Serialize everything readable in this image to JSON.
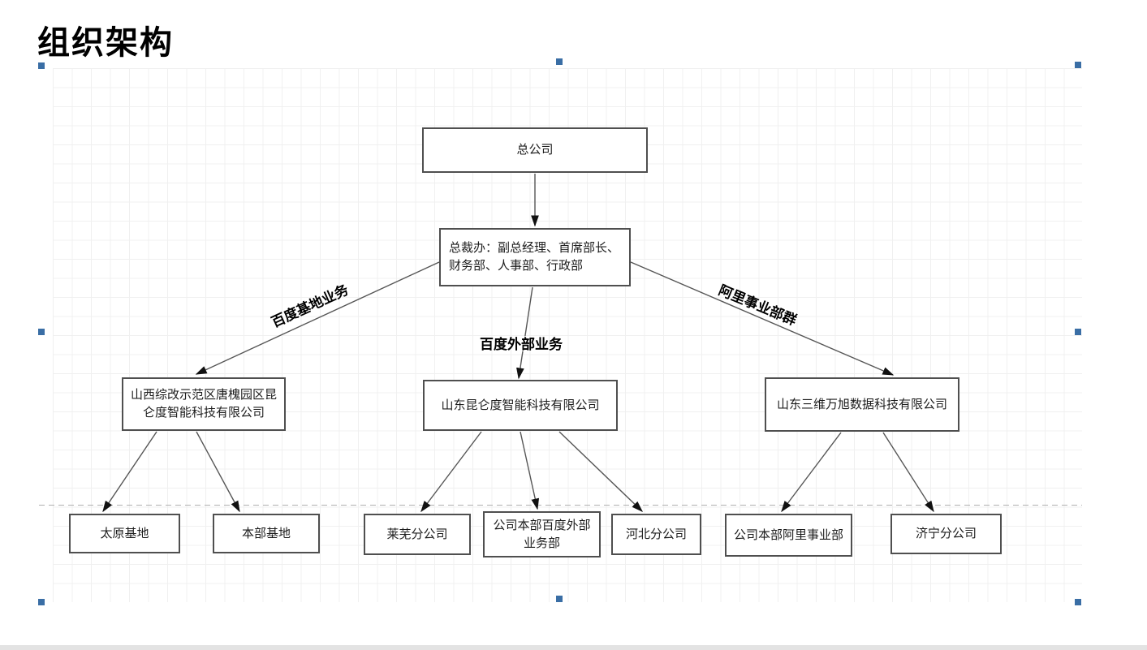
{
  "title": "组织架构",
  "diagram": {
    "nodes": {
      "head_office": "总公司",
      "president_office": "总裁办：副总经理、首席部长、财务部、人事部、行政部",
      "shanxi_company": "山西综改示范区唐槐园区昆仑度智能科技有限公司",
      "shandong_kunlundu": "山东昆仑度智能科技有限公司",
      "shandong_sanwei_wanxu": "山东三维万旭数据科技有限公司",
      "taiyuan_base": "太原基地",
      "headquarters_base": "本部基地",
      "laiwu_branch": "莱芜分公司",
      "hq_baidu_external_dept": "公司本部百度外部业务部",
      "hebei_branch": "河北分公司",
      "hq_ali_business_dept": "公司本部阿里事业部",
      "jining_branch": "济宁分公司"
    },
    "edge_labels": {
      "baidu_base": "百度基地业务",
      "baidu_external": "百度外部业务",
      "ali_group": "阿里事业部群"
    }
  },
  "colors": {
    "page_marker_blue": "#3a6ea5",
    "node_border_gray": "#4f4f4f",
    "connector_gray": "#555555",
    "grid_gray": "#f0f0f0"
  }
}
